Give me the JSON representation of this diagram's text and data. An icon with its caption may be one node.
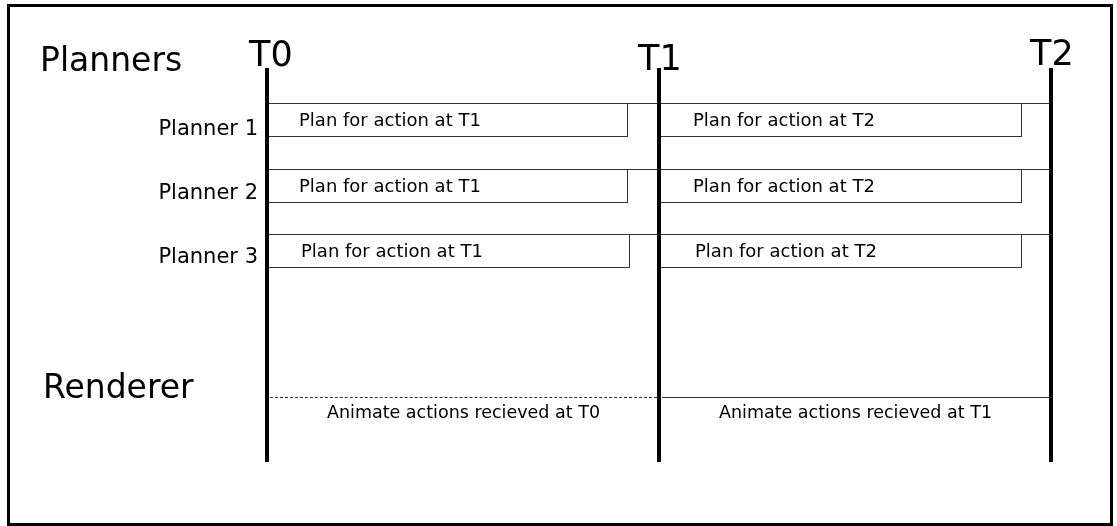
{
  "diagram": {
    "nodes": [
      {
        "text": [
          "Plan for action at T1"
        ]
      },
      {
        "text": [
          "Plan for action at T2"
        ]
      },
      {
        "text": [
          "Plan for action at T1"
        ]
      },
      {
        "text": [
          "Plan for action at T2"
        ]
      },
      {
        "text": [
          "Plan for action at T1"
        ]
      },
      {
        "text": [
          "Plan for action at T2"
        ]
      },
      {
        "text": [
          "Animate actions recieved at T0"
        ]
      },
      {
        "text": [
          "Animate actions recieved at T1"
        ]
      }
    ],
    "labels": [
      "Planners",
      "T0",
      "T1",
      "T2",
      "Planner 1",
      "Planner 2",
      "Planner 3",
      "Renderer"
    ]
  }
}
